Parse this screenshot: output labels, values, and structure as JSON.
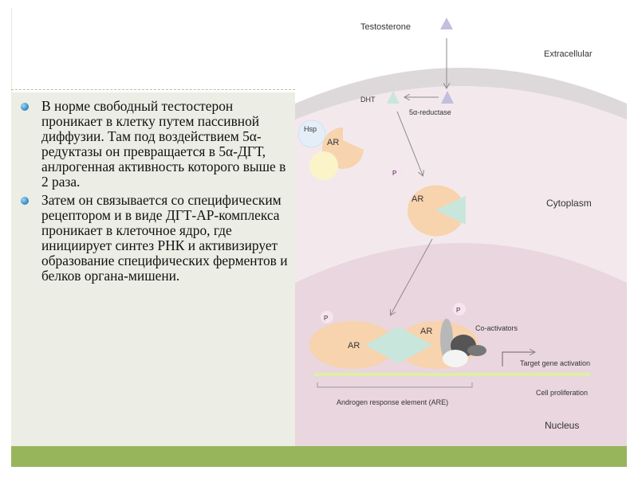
{
  "bullets": [
    "В норме свободный тестостерон проникает в клетку путем пассивной диффузии. Там под воздействием 5α-редуктазы он превращается в 5α-ДГТ, анлрогенная активность которого выше в 2 раза.",
    "Затем он связывается со специфическим рецептором и в виде ДГТ-АР-комплекса проникает в клеточное ядро, где инициирует синтез РНК и активизирует образование специфических ферментов и белков органа-мишени."
  ],
  "diagram": {
    "testosterone": "Testosterone",
    "extracellular": "Extracellular",
    "dht": "DHT",
    "reductase": "5α-reductase",
    "hsp": "Hsp",
    "ar": "AR",
    "p": "P",
    "cytoplasm": "Cytoplasm",
    "coactivators": "Co-activators",
    "target_gene": "Target gene activation",
    "cell_prolif": "Cell proliferation",
    "are": "Androgen response element (ARE)",
    "nucleus": "Nucleus"
  },
  "colors": {
    "bar": "#97b55b",
    "panel": "#ecede4",
    "membrane": "#ddd9da",
    "cytoplasm": "#f3e9ec",
    "nucleus": "#ead6de",
    "ar_orange": "#f7d3ae",
    "triangle_green": "#c9e6dc",
    "triangle_purple": "#c3bedf",
    "hsp_blue": "#e3eef8",
    "yellow": "#fbf4c9",
    "dna_green": "#dcefa5"
  }
}
